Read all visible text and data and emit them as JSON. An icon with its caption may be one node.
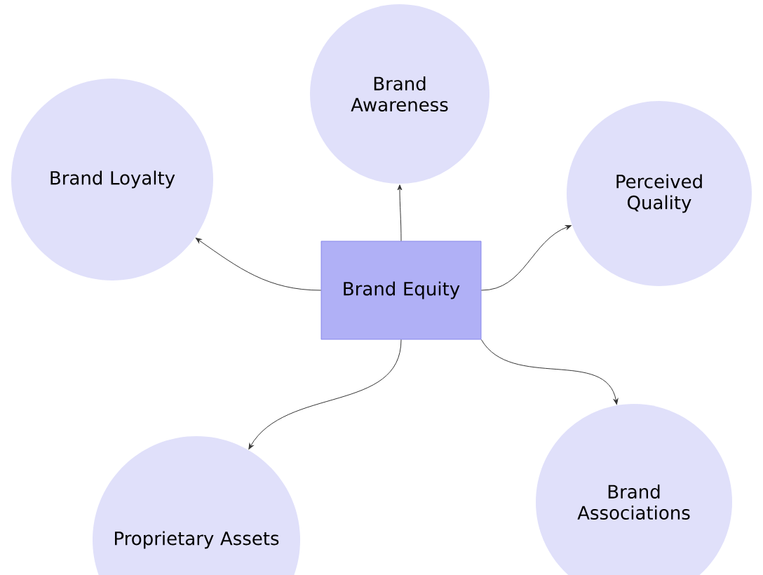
{
  "diagram": {
    "nodes": [
      {
        "text": [
          "Brand Awareness"
        ]
      },
      {
        "text": [
          "Brand Loyalty"
        ]
      },
      {
        "text": [
          "Perceived Quality"
        ]
      },
      {
        "text": [
          "Brand Equity"
        ]
      },
      {
        "text": [
          "Proprietary Assets"
        ]
      },
      {
        "text": [
          "Brand Associations"
        ]
      }
    ],
    "edges": [
      {
        "from": 3,
        "to": 0,
        "arrow": "to"
      },
      {
        "from": 3,
        "to": 1,
        "arrow": "to"
      },
      {
        "from": 3,
        "to": 2,
        "arrow": "to"
      },
      {
        "from": 3,
        "to": 4,
        "arrow": "to"
      },
      {
        "from": 3,
        "to": 5,
        "arrow": "to"
      }
    ]
  }
}
